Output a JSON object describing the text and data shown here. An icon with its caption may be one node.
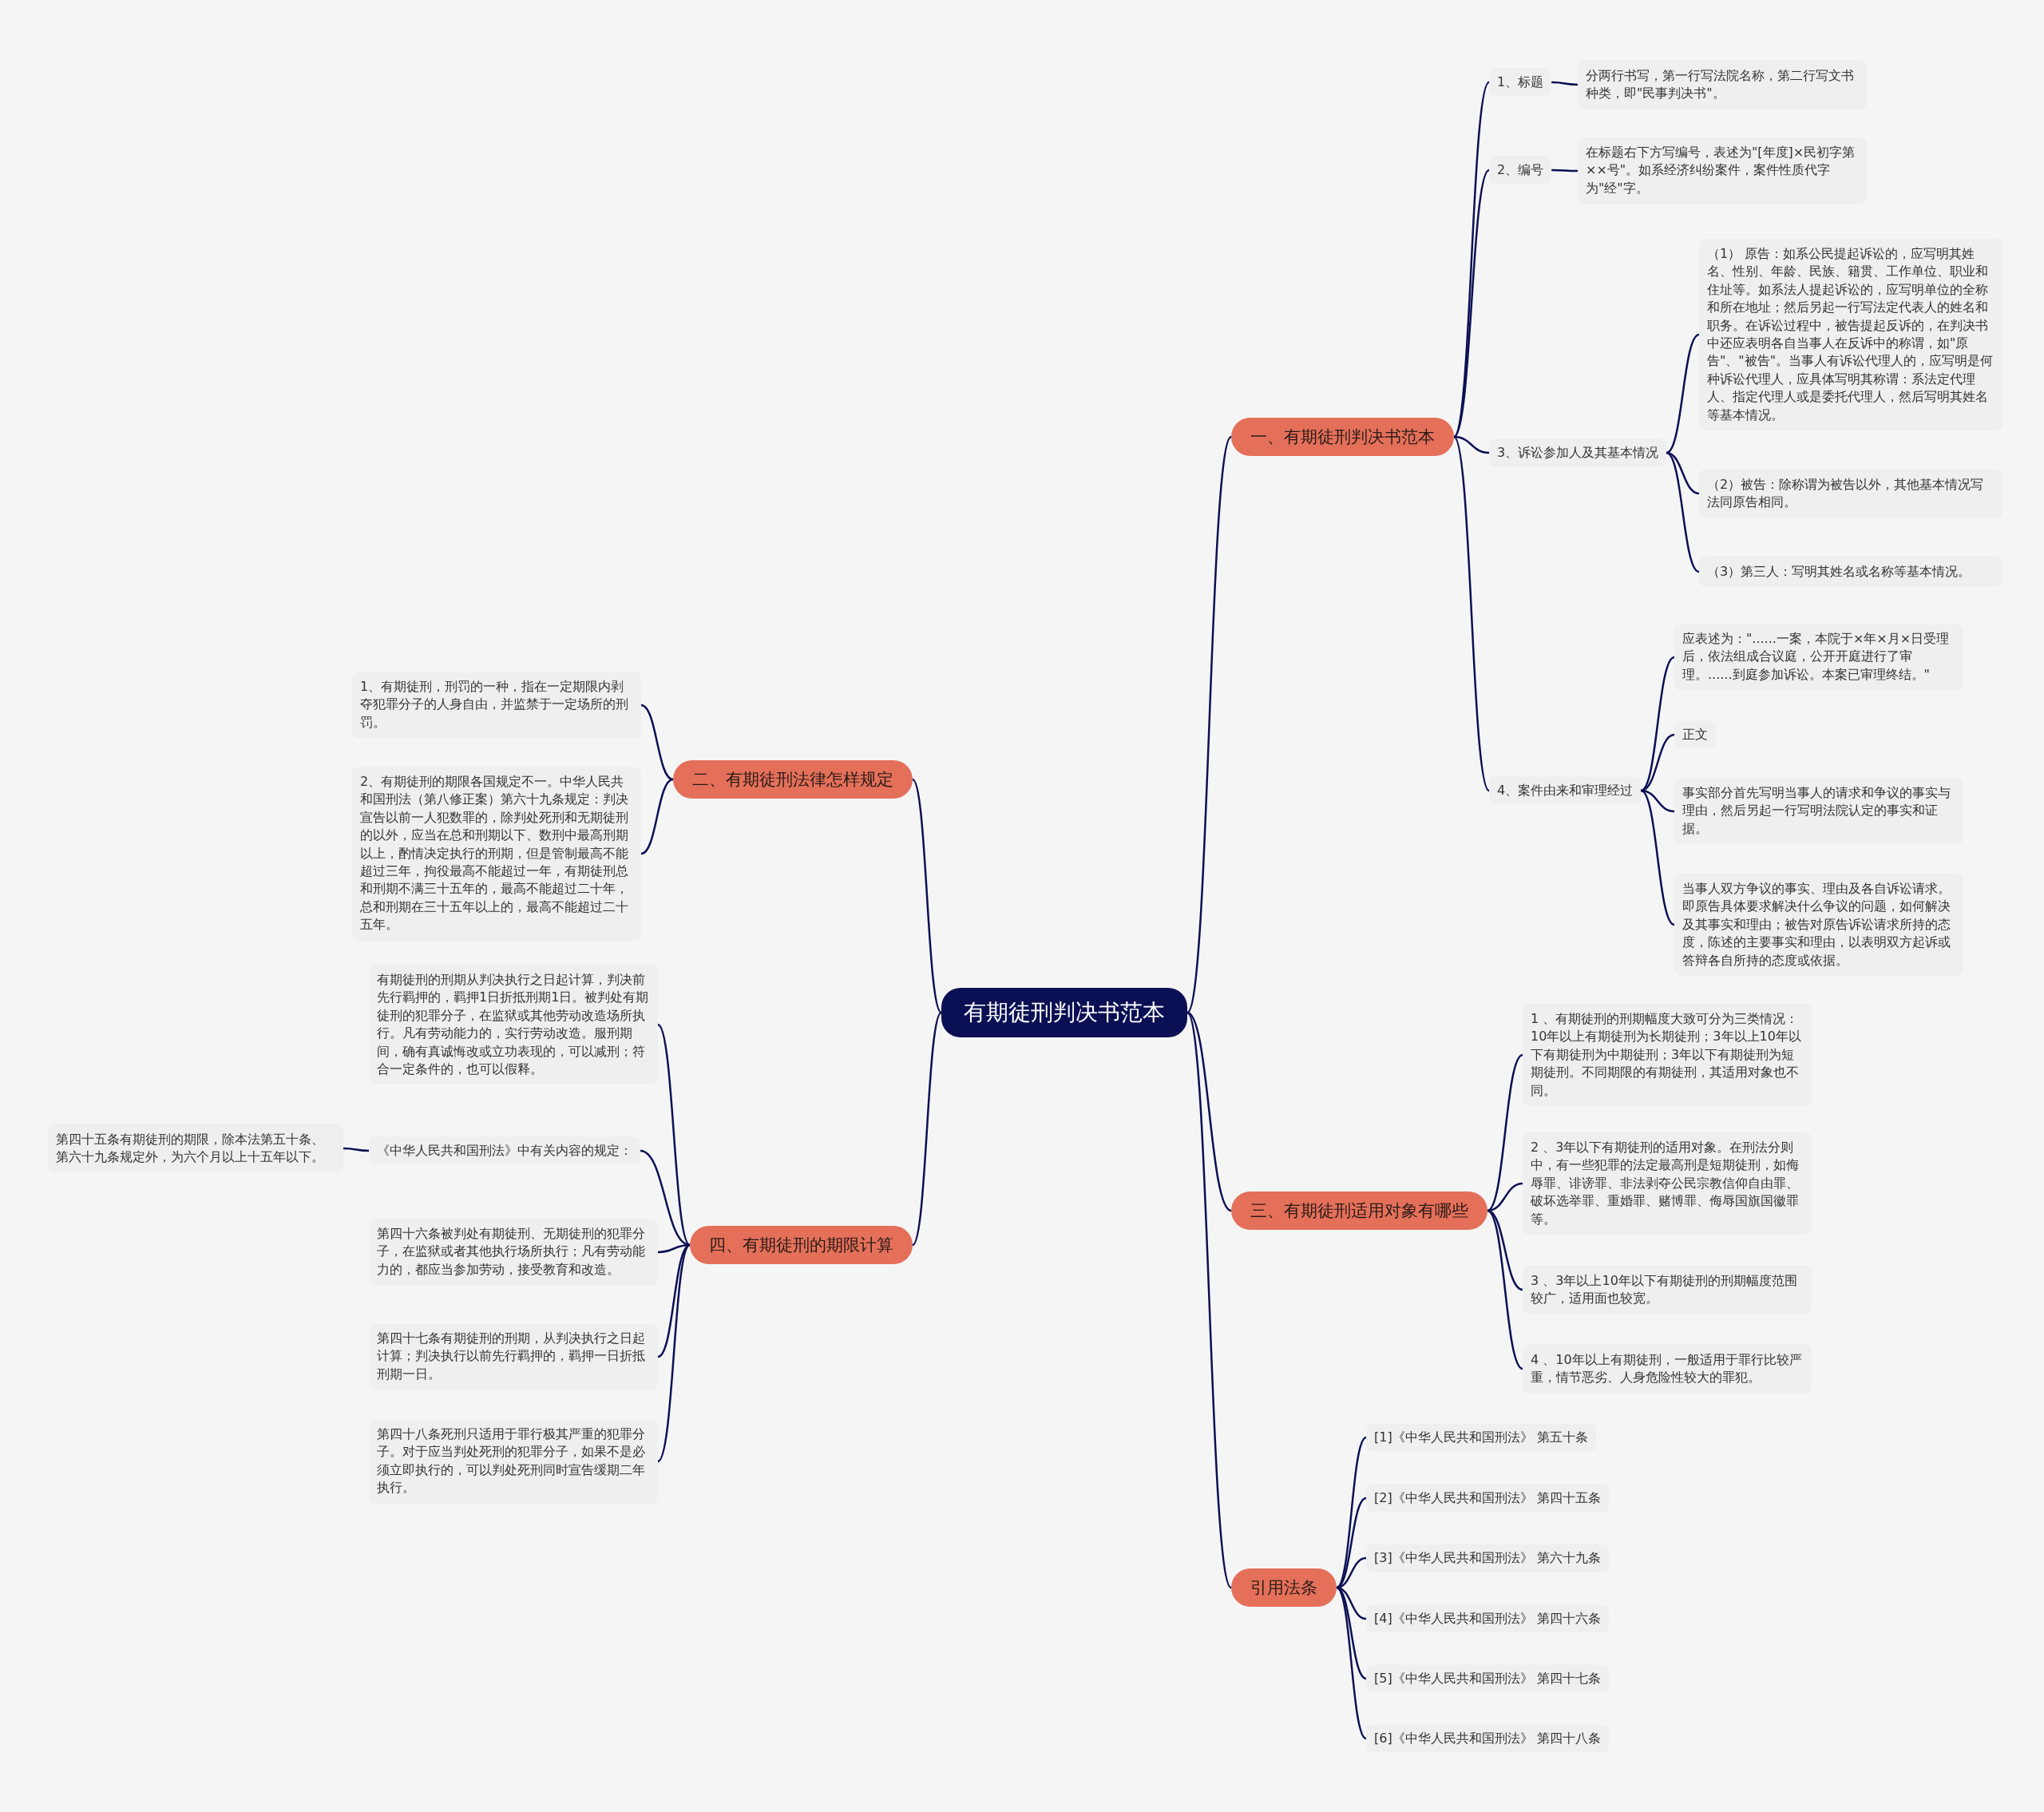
{
  "diagram": {
    "nodes": [
      {
        "text": [
          "有期徒刑判决书范本"
        ]
      },
      {
        "text": [
          "一、有期徒刑判决书范本"
        ]
      },
      {
        "text": [
          "1、标题"
        ]
      },
      {
        "text": [
          "分两行书写，第一行写法院名称，第二行写文书种类，即\"民事判决书\"。"
        ]
      },
      {
        "text": [
          "2、编号"
        ]
      },
      {
        "text": [
          "在标题右下方写编号，表述为\"[年度]×民初字第××号\"。如系经济纠纷案件，案件性质代字为\"经\"字。"
        ]
      },
      {
        "text": [
          "3、诉讼参加人及其基本情况"
        ]
      },
      {
        "text": [
          "（1） 原告：如系公民提起诉讼的，应写明其姓名、性别、年龄、民族、籍贯、工作单位、职业和住址等。如系法人提起诉讼的，应写明单位的全称和所在地址；然后另起一行写法定代表人的姓名和职务。在诉讼过程中，被告提起反诉的，在判决书中还应表明各自当事人在反诉中的称谓，如\"原告\"、\"被告\"。当事人有诉讼代理人的，应写明是何种诉讼代理人，应具体写明其称谓：系法定代理人、指定代理人或是委托代理人，然后写明其姓名等基本情况。"
        ]
      },
      {
        "text": [
          "（2）被告：除称谓为被告以外，其他基本情况写法同原告相同。"
        ]
      },
      {
        "text": [
          "（3）第三人：写明其姓名或名称等基本情况。"
        ]
      },
      {
        "text": [
          "4、案件由来和审理经过"
        ]
      },
      {
        "text": [
          "应表述为：\"......一案，本院于×年×月×日受理后，依法组成合议庭，公开开庭进行了审理。......到庭参加诉讼。本案已审理终结。\""
        ]
      },
      {
        "text": [
          "正文"
        ]
      },
      {
        "text": [
          "事实部分首先写明当事人的请求和争议的事实与理由，然后另起一行写明法院认定的事实和证据。"
        ]
      },
      {
        "text": [
          "当事人双方争议的事实、理由及各自诉讼请求。即原告具体要求解决什么争议的问题，如何解决及其事实和理由；被告对原告诉讼请求所持的态度，陈述的主要事实和理由，以表明双方起诉或答辩各自所持的态度或依据。"
        ]
      },
      {
        "text": [
          "二、有期徒刑法律怎样规定"
        ]
      },
      {
        "text": [
          "1、有期徒刑，刑罚的一种，指在一定期限内剥夺犯罪分子的人身自由，并监禁于一定场所的刑罚。"
        ]
      },
      {
        "text": [
          "2、有期徒刑的期限各国规定不一。中华人民共和国刑法（第八修正案）第六十九条规定：判决宣告以前一人犯数罪的，除判处死刑和无期徒刑的以外，应当在总和刑期以下、数刑中最高刑期以上，酌情决定执行的刑期，但是管制最高不能超过三年，拘役最高不能超过一年，有期徒刑总和刑期不满三十五年的，最高不能超过二十年，总和刑期在三十五年以上的，最高不能超过二十五年。"
        ]
      },
      {
        "text": [
          "三、有期徒刑适用对象有哪些"
        ]
      },
      {
        "text": [
          "1 、有期徒刑的刑期幅度大致可分为三类情况：10年以上有期徒刑为长期徒刑；3年以上10年以下有期徒刑为中期徒刑；3年以下有期徒刑为短期徒刑。不同期限的有期徒刑，其适用对象也不同。"
        ]
      },
      {
        "text": [
          "2 、3年以下有期徒刑的适用对象。在刑法分则中，有一些犯罪的法定最高刑是短期徒刑，如侮辱罪、诽谤罪、非法剥夺公民宗教信仰自由罪、破坏选举罪、重婚罪、赌博罪、侮辱国旗国徽罪等。"
        ]
      },
      {
        "text": [
          "3 、3年以上10年以下有期徒刑的刑期幅度范围较广，适用面也较宽。"
        ]
      },
      {
        "text": [
          "4 、10年以上有期徒刑，一般适用于罪行比较严重，情节恶劣、人身危险性较大的罪犯。"
        ]
      },
      {
        "text": [
          "四、有期徒刑的期限计算"
        ]
      },
      {
        "text": [
          "有期徒刑的刑期从判决执行之日起计算，判决前先行羁押的，羁押1日折抵刑期1日。被判处有期徒刑的犯罪分子，在监狱或其他劳动改造场所执行。凡有劳动能力的，实行劳动改造。服刑期间，确有真诚悔改或立功表现的，可以减刑；符合一定条件的，也可以假释。"
        ]
      },
      {
        "text": [
          "《中华人民共和国刑法》中有关内容的规定："
        ]
      },
      {
        "text": [
          "第四十五条有期徒刑的期限，除本法第五十条、第六十九条规定外，为六个月以上十五年以下。"
        ]
      },
      {
        "text": [
          "第四十六条被判处有期徒刑、无期徒刑的犯罪分子，在监狱或者其他执行场所执行；凡有劳动能力的，都应当参加劳动，接受教育和改造。"
        ]
      },
      {
        "text": [
          "第四十七条有期徒刑的刑期，从判决执行之日起计算；判决执行以前先行羁押的，羁押一日折抵刑期一日。"
        ]
      },
      {
        "text": [
          "第四十八条死刑只适用于罪行极其严重的犯罪分子。对于应当判处死刑的犯罪分子，如果不是必须立即执行的，可以判处死刑同时宣告缓期二年执行。"
        ]
      },
      {
        "text": [
          "引用法条"
        ]
      },
      {
        "text": [
          "[1]《中华人民共和国刑法》 第五十条"
        ]
      },
      {
        "text": [
          "[2]《中华人民共和国刑法》 第四十五条"
        ]
      },
      {
        "text": [
          "[3]《中华人民共和国刑法》 第六十九条"
        ]
      },
      {
        "text": [
          "[4]《中华人民共和国刑法》 第四十六条"
        ]
      },
      {
        "text": [
          "[5]《中华人民共和国刑法》 第四十七条"
        ]
      },
      {
        "text": [
          "[6]《中华人民共和国刑法》 第四十八条"
        ]
      }
    ],
    "edges": [
      {
        "from": 0,
        "to": 1,
        "arrow": "none"
      },
      {
        "from": 1,
        "to": 2,
        "arrow": "none"
      },
      {
        "from": 2,
        "to": 3,
        "arrow": "none"
      },
      {
        "from": 1,
        "to": 4,
        "arrow": "none"
      },
      {
        "from": 4,
        "to": 5,
        "arrow": "none"
      },
      {
        "from": 1,
        "to": 6,
        "arrow": "none"
      },
      {
        "from": 6,
        "to": 7,
        "arrow": "none"
      },
      {
        "from": 6,
        "to": 8,
        "arrow": "none"
      },
      {
        "from": 6,
        "to": 9,
        "arrow": "none"
      },
      {
        "from": 1,
        "to": 10,
        "arrow": "none"
      },
      {
        "from": 10,
        "to": 11,
        "arrow": "none"
      },
      {
        "from": 10,
        "to": 12,
        "arrow": "none"
      },
      {
        "from": 10,
        "to": 13,
        "arrow": "none"
      },
      {
        "from": 10,
        "to": 14,
        "arrow": "none"
      },
      {
        "from": 0,
        "to": 15,
        "arrow": "none"
      },
      {
        "from": 15,
        "to": 16,
        "arrow": "none"
      },
      {
        "from": 15,
        "to": 17,
        "arrow": "none"
      },
      {
        "from": 0,
        "to": 18,
        "arrow": "none"
      },
      {
        "from": 18,
        "to": 19,
        "arrow": "none"
      },
      {
        "from": 18,
        "to": 20,
        "arrow": "none"
      },
      {
        "from": 18,
        "to": 21,
        "arrow": "none"
      },
      {
        "from": 18,
        "to": 22,
        "arrow": "none"
      },
      {
        "from": 0,
        "to": 23,
        "arrow": "none"
      },
      {
        "from": 23,
        "to": 24,
        "arrow": "none"
      },
      {
        "from": 23,
        "to": 25,
        "arrow": "none"
      },
      {
        "from": 25,
        "to": 26,
        "arrow": "none"
      },
      {
        "from": 23,
        "to": 27,
        "arrow": "none"
      },
      {
        "from": 23,
        "to": 28,
        "arrow": "none"
      },
      {
        "from": 23,
        "to": 29,
        "arrow": "none"
      },
      {
        "from": 0,
        "to": 30,
        "arrow": "none"
      },
      {
        "from": 30,
        "to": 31,
        "arrow": "none"
      },
      {
        "from": 30,
        "to": 32,
        "arrow": "none"
      },
      {
        "from": 30,
        "to": 33,
        "arrow": "none"
      },
      {
        "from": 30,
        "to": 34,
        "arrow": "none"
      },
      {
        "from": 30,
        "to": 35,
        "arrow": "none"
      },
      {
        "from": 30,
        "to": 36,
        "arrow": "none"
      }
    ]
  }
}
